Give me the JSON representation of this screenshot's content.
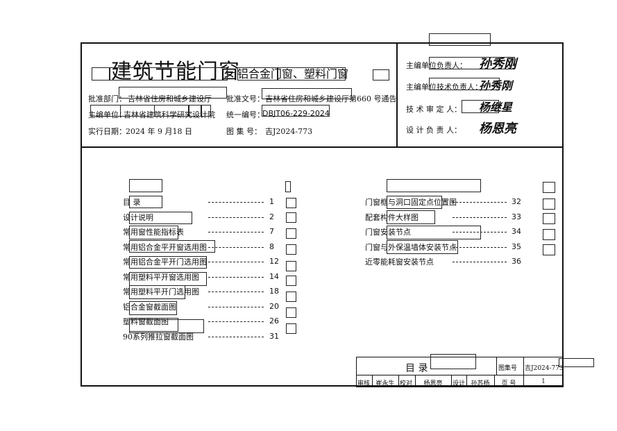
{
  "header": {
    "title": "建筑节能门窗",
    "subtitle": "铝合金门窗、塑料门窗",
    "approval_dept_label": "批准部门：",
    "approval_dept": "吉林省住房和城乡建设厅",
    "approval_doc_label": "批准文号：",
    "approval_doc": "吉林省住房和城乡建设厅第660 号通告",
    "editor_unit_label": "主编单位：",
    "editor_unit": "吉林省建筑科学研究设计院",
    "unified_no_label": "统一编号：",
    "unified_no": "DBJT06-229-2024",
    "effective_date_label": "实行日期：",
    "effective_date": "2024 年 9  月18 日",
    "atlas_no_label": "图 集 号：",
    "atlas_no": "吉J2024-773"
  },
  "responsible": [
    {
      "label": "主编单位负责人：",
      "signature": "孙秀刚"
    },
    {
      "label": "主编单位技术负责人：",
      "signature": "孙秀刚"
    },
    {
      "label": "技 术 审 定 人：",
      "signature": "杨继星"
    },
    {
      "label": "设 计 负 责 人：",
      "signature": "杨恩亮"
    }
  ],
  "toc_left": [
    {
      "title": "目    录",
      "page": "1"
    },
    {
      "title": "设计说明",
      "page": "2"
    },
    {
      "title": "常用窗性能指标表",
      "page": "7"
    },
    {
      "title": "常用铝合金平开窗选用图",
      "page": "8"
    },
    {
      "title": "常用铝合金平开门选用图",
      "page": "12"
    },
    {
      "title": "常用塑料平开窗选用图",
      "page": "14"
    },
    {
      "title": "常用塑料平开门选用图",
      "page": "18"
    },
    {
      "title": "铝合金窗截面图",
      "page": "20"
    },
    {
      "title": "塑料窗截面图",
      "page": "26"
    },
    {
      "title": "90系列推拉窗截面图",
      "page": "31"
    }
  ],
  "toc_right": [
    {
      "title": "门窗框与洞口固定点位置图",
      "page": "32"
    },
    {
      "title": "配套构件大样图",
      "page": "33"
    },
    {
      "title": "门窗安装节点",
      "page": "34"
    },
    {
      "title": "门窗与外保温墙体安装节点",
      "page": "35"
    },
    {
      "title": "近零能耗窗安装节点",
      "page": "36"
    }
  ],
  "title_block": {
    "name": "目    录",
    "atlas_label": "图集号",
    "atlas_no": "吉J2024-773",
    "review_label": "审核",
    "review_name": "崔永生",
    "check_label": "校对",
    "check_name": "杨恩亮",
    "design_label": "设计",
    "design_name": "孙苏杨",
    "page_label": "页  号",
    "page_no": "1"
  }
}
